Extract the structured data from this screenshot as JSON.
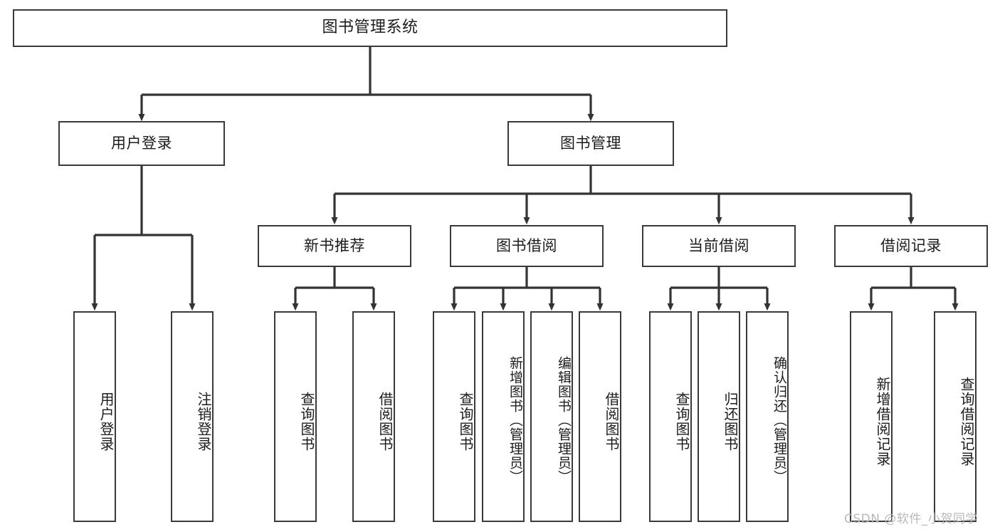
{
  "diagram": {
    "type": "tree-structure-chart",
    "title": "图书管理系统",
    "colors": {
      "box_border": "#3a3a3a",
      "box_fill": "#ffffff",
      "connector": "#333333",
      "text": "#1c1c1c",
      "watermark": "#b9b9b9",
      "background": "#ffffff"
    },
    "root": {
      "label": "图书管理系统"
    },
    "level2": [
      {
        "label": "用户登录"
      },
      {
        "label": "图书管理"
      }
    ],
    "level3": [
      {
        "label": "新书推荐"
      },
      {
        "label": "图书借阅"
      },
      {
        "label": "当前借阅"
      },
      {
        "label": "借阅记录"
      }
    ],
    "leaves": {
      "user_login": [
        {
          "label": "用户登录"
        },
        {
          "label": "注销登录"
        }
      ],
      "new_book_recommend": [
        {
          "label": "查询图书"
        },
        {
          "label": "借阅图书"
        }
      ],
      "book_borrow": [
        {
          "label": "查询图书"
        },
        {
          "label": "新增图书（管理员）"
        },
        {
          "label": "编辑图书（管理员）"
        },
        {
          "label": "借阅图书"
        }
      ],
      "current_borrow": [
        {
          "label": "查询图书"
        },
        {
          "label": "归还图书"
        },
        {
          "label": "确认归还（管理员）"
        }
      ],
      "borrow_record": [
        {
          "label": "新增借阅记录"
        },
        {
          "label": "查询借阅记录"
        }
      ]
    }
  },
  "watermark": {
    "text": "CSDN @软件_小贺同学"
  }
}
